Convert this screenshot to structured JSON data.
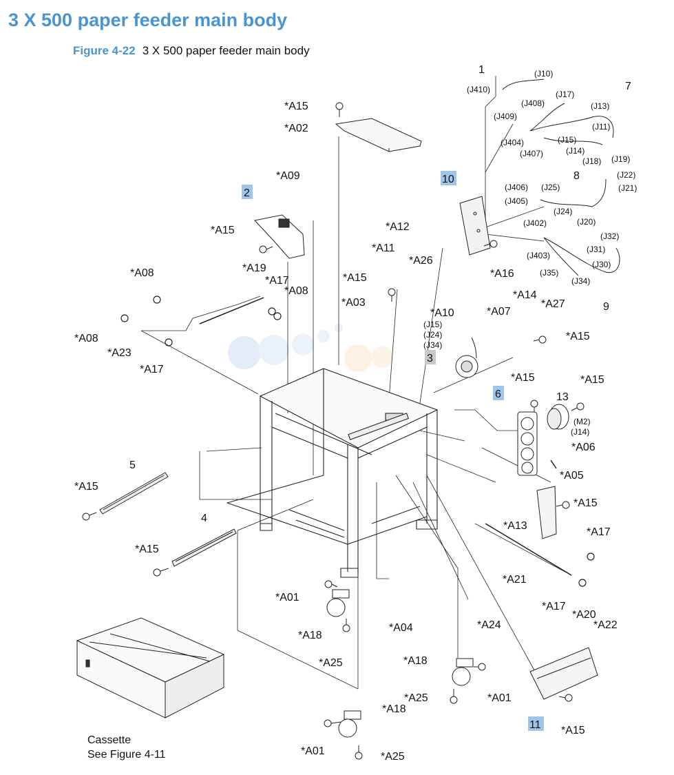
{
  "page": {
    "title": "3 X 500 paper feeder main body",
    "figure_number": "Figure 4-22",
    "figure_title": "3 X 500 paper feeder main body"
  },
  "cassette_note": {
    "line1": "Cassette",
    "line2": "See Figure 4-11"
  },
  "highlight_color": "#9fc5e8",
  "title_color": "#4a94cf",
  "callouts": {
    "c1": "1",
    "c2": "2",
    "c3": "3",
    "c4": "4",
    "c5": "5",
    "c6": "6",
    "c7": "7",
    "c8": "8",
    "c9": "9",
    "c10": "10",
    "c11": "11",
    "c13": "13",
    "a01": "*A01",
    "a02": "*A02",
    "a03": "*A03",
    "a04": "*A04",
    "a05": "*A05",
    "a06": "*A06",
    "a07": "*A07",
    "a08": "*A08",
    "a09": "*A09",
    "a10": "*A10",
    "a11": "*A11",
    "a12": "*A12",
    "a13": "*A13",
    "a14": "*A14",
    "a15": "*A15",
    "a16": "*A16",
    "a17": "*A17",
    "a18": "*A18",
    "a19": "*A19",
    "a20": "*A20",
    "a21": "*A21",
    "a22": "*A22",
    "a23": "*A23",
    "a24": "*A24",
    "a25": "*A25",
    "a26": "*A26",
    "a27": "*A27"
  },
  "connectors": {
    "j10": "(J10)",
    "j410": "(J410)",
    "j17": "(J17)",
    "j408": "(J408)",
    "j409": "(J409)",
    "j13": "(J13)",
    "j11": "(J11)",
    "j15": "(J15)",
    "j404": "(J404)",
    "j407": "(J407)",
    "j14": "(J14)",
    "j18": "(J18)",
    "j19": "(J19)",
    "j22": "(J22)",
    "j21": "(J21)",
    "j406": "(J406)",
    "j25": "(J25)",
    "j405": "(J405)",
    "j24": "(J24)",
    "j20": "(J20)",
    "j402": "(J402)",
    "j32": "(J32)",
    "j31": "(J31)",
    "j403": "(J403)",
    "j30": "(J30)",
    "j35": "(J35)",
    "j34": "(J34)",
    "a10_j15": "(J15)",
    "a10_j24": "(J24)",
    "a10_j34": "(J34)",
    "m2": "(M2)",
    "m2_j14": "(J14)"
  }
}
